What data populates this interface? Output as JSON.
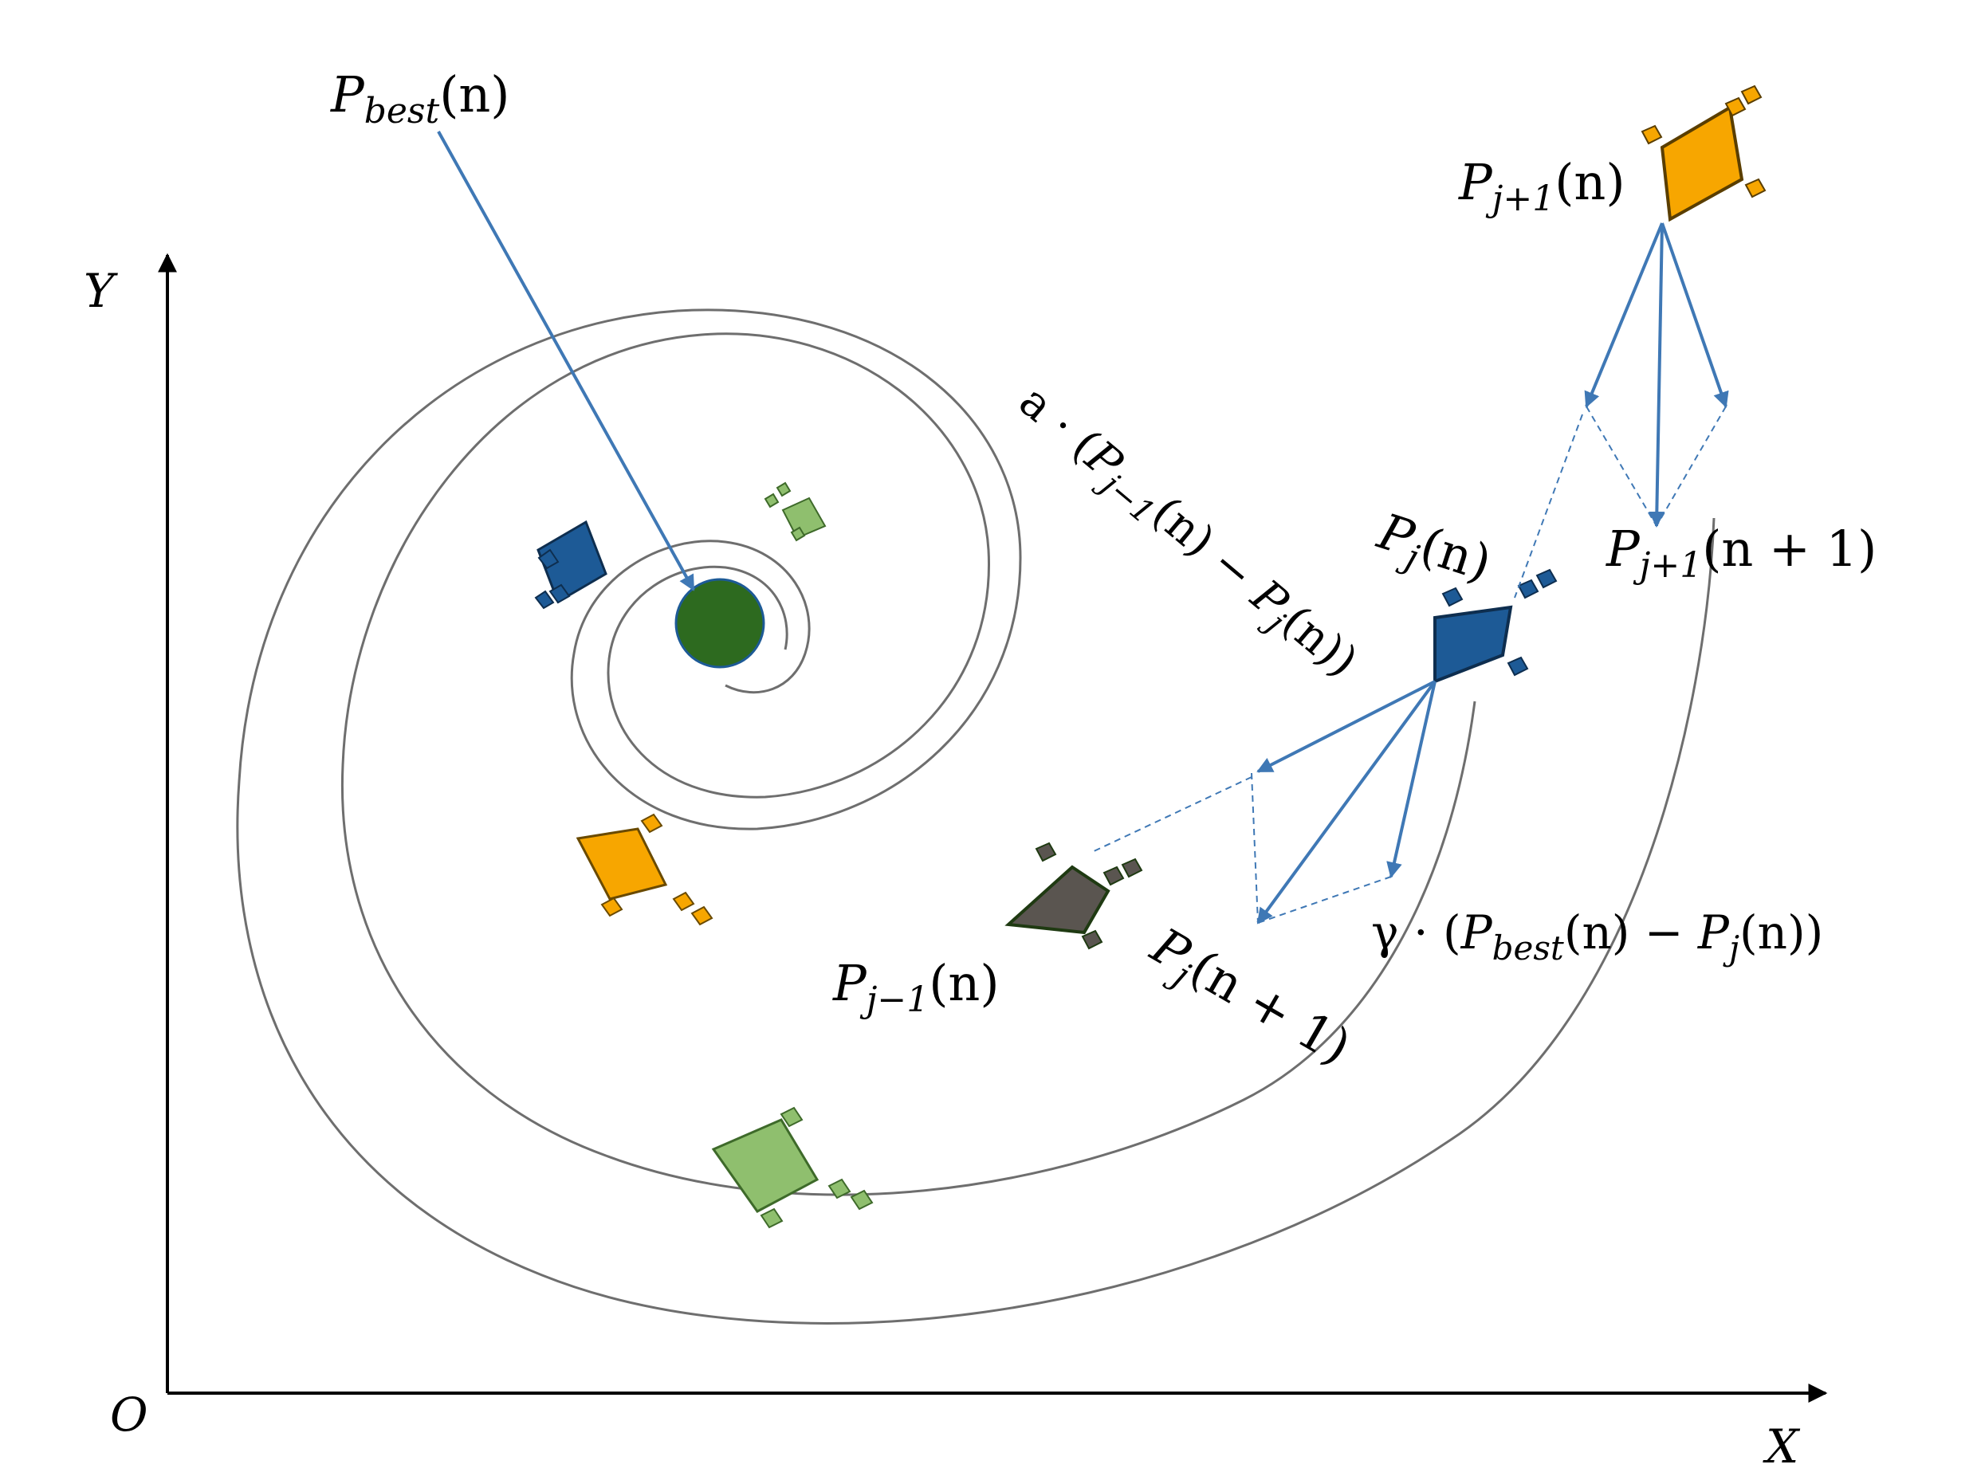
{
  "axes": {
    "y_label": "Y",
    "x_label": "X",
    "origin_label": "O"
  },
  "labels": {
    "p_best": {
      "base": "P",
      "sub": "best",
      "arg": "(n)"
    },
    "p_j1_n": {
      "base": "P",
      "sub": "j+1",
      "arg": "(n)"
    },
    "p_j_n": {
      "base": "P",
      "sub": "j",
      "arg": "(n)"
    },
    "p_j1_n1": {
      "base": "P",
      "sub": "j+1",
      "arg": "(n + 1)"
    },
    "p_jm1_n": {
      "base": "P",
      "sub": "j−1",
      "arg": "(n)"
    },
    "p_j_n1": {
      "base": "P",
      "sub": "j",
      "arg": "(n + 1)"
    },
    "term_a": {
      "prefix": "a · (",
      "b1": "P",
      "s1": "j−1",
      "mid": "(n) − ",
      "b2": "P",
      "s2": "j",
      "end": "(n))"
    },
    "term_gamma": {
      "prefix": "γ · (",
      "b1": "P",
      "s1": "best",
      "mid": "(n) − ",
      "b2": "P",
      "s2": "j",
      "end": "(n))"
    }
  },
  "colors": {
    "arrow_blue": "#3f78b5",
    "dark_blue": "#1d5a96",
    "orange": "#f7a600",
    "light_green": "#8fbf6e",
    "dark_gray": "#5a5550",
    "best_green": "#2d6a1f",
    "spiral_gray": "#6e6e6e"
  }
}
